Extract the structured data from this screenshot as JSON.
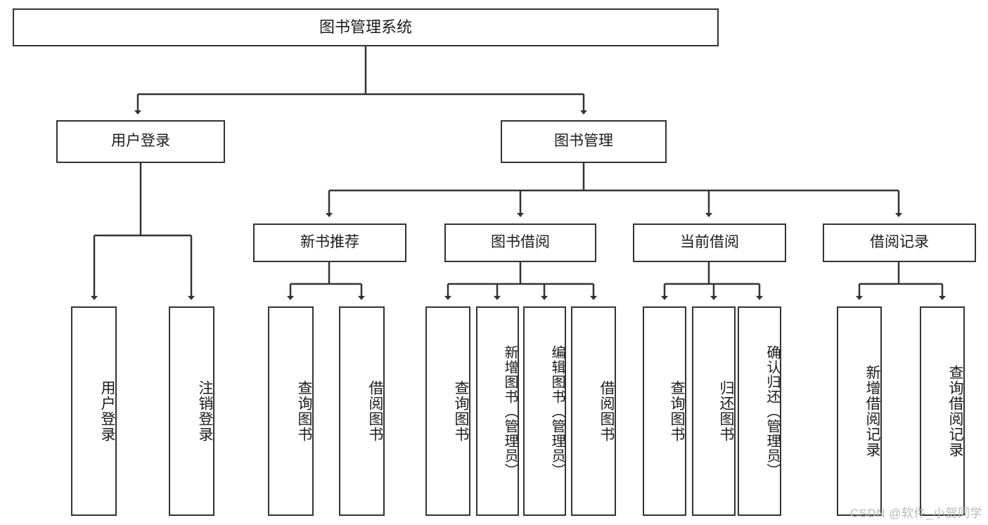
{
  "diagram": {
    "type": "tree-hierarchy",
    "title": "图书管理系统",
    "watermark": "CSDN @软件_小贺同学",
    "colors": {
      "box_border": "#333333",
      "box_fill": "#ffffff",
      "connector": "#333333",
      "text": "#1b1b1b",
      "watermark": "#b8b8b8"
    },
    "root": {
      "label": "图书管理系统"
    },
    "level2": [
      {
        "label": "用户登录"
      },
      {
        "label": "图书管理"
      }
    ],
    "level3": [
      {
        "label": "新书推荐"
      },
      {
        "label": "图书借阅"
      },
      {
        "label": "当前借阅"
      },
      {
        "label": "借阅记录"
      }
    ],
    "leaves": {
      "user_login": [
        {
          "label": "用户登录"
        },
        {
          "label": "注销登录"
        }
      ],
      "new_book_recommend": [
        {
          "label": "查询图书"
        },
        {
          "label": "借阅图书"
        }
      ],
      "book_borrow": [
        {
          "label": "查询图书"
        },
        {
          "label": "新增图书（管理员）"
        },
        {
          "label": "编辑图书（管理员）"
        },
        {
          "label": "借阅图书"
        }
      ],
      "current_borrow": [
        {
          "label": "查询图书"
        },
        {
          "label": "归还图书"
        },
        {
          "label": "确认归还（管理员）"
        }
      ],
      "borrow_record": [
        {
          "label": "新增借阅记录"
        },
        {
          "label": "查询借阅记录"
        }
      ]
    }
  }
}
